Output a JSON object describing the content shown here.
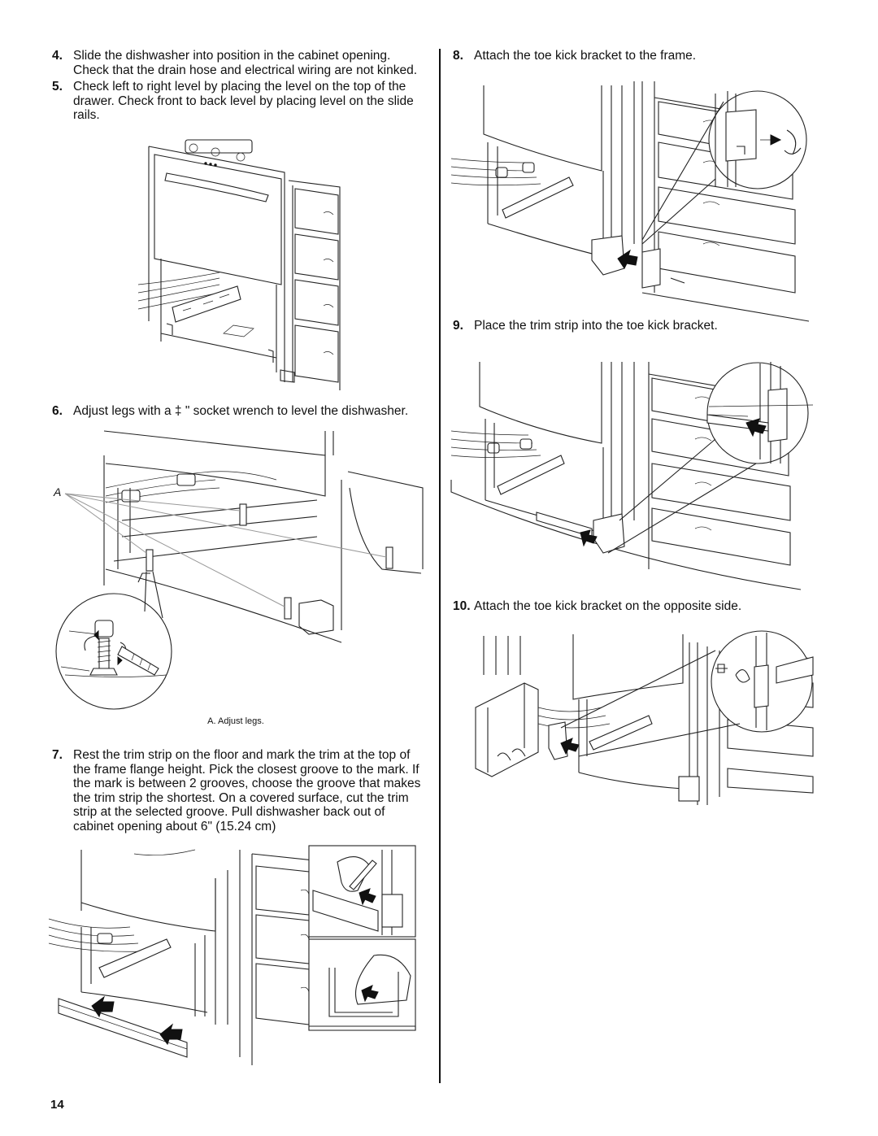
{
  "page": {
    "number": "14"
  },
  "steps": [
    {
      "num": "4.",
      "text": "Slide the dishwasher into position in the cabinet opening. Check that the drain hose and electrical wiring are not kinked."
    },
    {
      "num": "5.",
      "text": "Check left to right level by placing the level on the top of the drawer. Check front to back level by placing level on the slide rails."
    },
    {
      "num": "6.",
      "text": "Adjust legs with a ‡ \" socket wrench to level the dishwasher."
    },
    {
      "num": "7.",
      "text": "Rest the trim strip on the floor and mark the trim at the top of the frame flange height. Pick the closest groove to the mark. If the mark is between 2 grooves, choose the groove that makes the trim strip the shortest. On a covered surface, cut the trim strip at the selected groove. Pull dishwasher back out of cabinet opening about 6\" (15.24 cm)"
    },
    {
      "num": "8.",
      "text": "Attach the toe kick bracket to the frame."
    },
    {
      "num": "9.",
      "text": "Place the trim strip into the toe kick bracket."
    },
    {
      "num": "10.",
      "text": "Attach the toe kick bracket on the opposite side."
    }
  ],
  "figures": {
    "adjust_legs": {
      "callout": "A",
      "caption": "A. Adjust legs."
    }
  }
}
